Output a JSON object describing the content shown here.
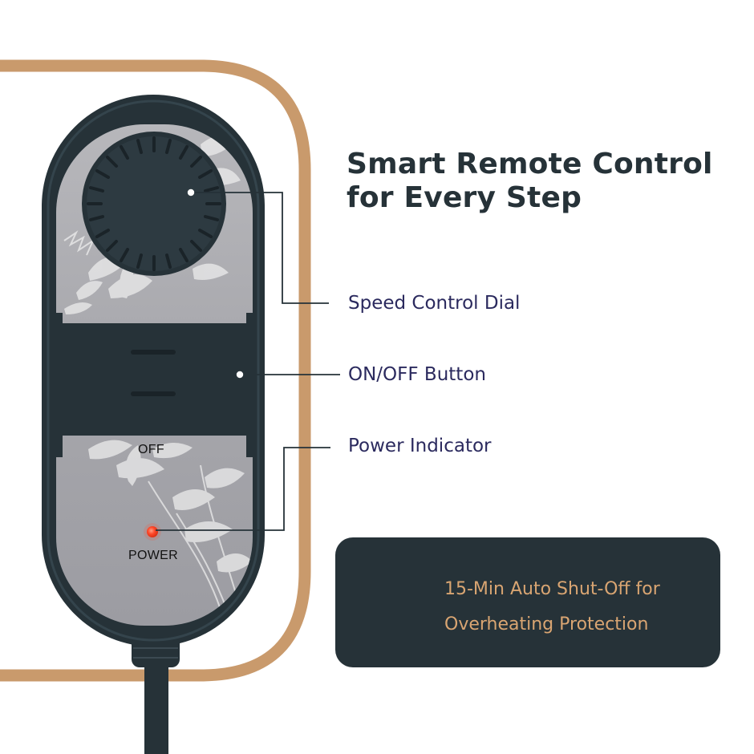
{
  "heading": {
    "line1": "Smart Remote Control",
    "line2": "for Every Step"
  },
  "callouts": [
    {
      "label": "Speed Control Dial"
    },
    {
      "label": "ON/OFF Button"
    },
    {
      "label": "Power Indicator"
    }
  ],
  "remote": {
    "off_label": "OFF",
    "power_label": "POWER"
  },
  "feature": {
    "icon": "stopwatch-icon",
    "line1": "15-Min Auto Shut-Off for",
    "line2": "Overheating Protection"
  },
  "colors": {
    "frame": "#c99a6c",
    "remote_body": "#263238",
    "card_bg": "#263238",
    "accent": "#d9a572",
    "callout_text": "#2b2a5e",
    "power_led": "#ff4a2a"
  }
}
